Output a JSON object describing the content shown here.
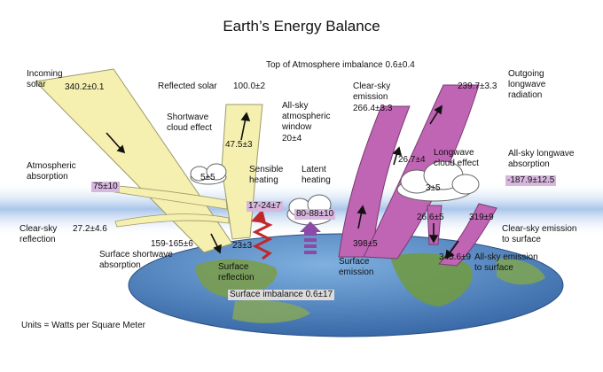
{
  "title": "Earth’s Energy Balance",
  "toa_imbalance": "Top of Atmosphere imbalance 0.6±0.4",
  "incoming_solar": {
    "label": "Incoming\nsolar",
    "value": "340.2±0.1"
  },
  "reflected_solar": {
    "label": "Reflected solar",
    "value": "100.0±2"
  },
  "shortwave_cloud_effect": {
    "label": "Shortwave\ncloud effect",
    "value": "47.5±3"
  },
  "atmospheric_window": {
    "label": "All-sky\natmospheric\nwindow",
    "value": "20±4"
  },
  "atmospheric_absorption": {
    "label": "Atmospheric\nabsorption",
    "value": "75±10"
  },
  "cloud_small_value": "5±5",
  "clear_sky_reflection": {
    "label": "Clear-sky\nreflection",
    "value": "27.2±4.6"
  },
  "surface_shortwave_absorption": {
    "label": "Surface shortwave\nabsorption",
    "value": "159-165±6"
  },
  "surface_reflection": {
    "label": "Surface\nreflection",
    "value": "23±3"
  },
  "sensible_heating": {
    "label": "Sensible\nheating",
    "value": "17-24±7"
  },
  "latent_heating": {
    "label": "Latent\nheating",
    "value": "80-88±10"
  },
  "clear_sky_emission": {
    "label": "Clear-sky\nemission",
    "value": "266.4±3.3"
  },
  "outgoing_longwave": {
    "label": "Outgoing\nlongwave\nradiation",
    "value": "239.7±3.3"
  },
  "longwave_cloud_effect": {
    "label": "Longwave\ncloud effect",
    "value": "26.7±4"
  },
  "cloud_large_value": "3±5",
  "all_sky_lw_absorption": {
    "label": "All-sky longwave\nabsorption",
    "value": "-187.9±12.5"
  },
  "surface_emission": {
    "label": "Surface\nemission",
    "value": "398±5"
  },
  "clear_sky_emission_surface": {
    "label": "Clear-sky emission\nto surface",
    "value": "319±9"
  },
  "cloud_to_surface_value": "26.6±5",
  "all_sky_emission_surface": {
    "label": "All-sky emission\nto surface",
    "value": "345.6±9"
  },
  "surface_imbalance": "Surface imbalance  0.6±17",
  "units": "Units = Watts per Square Meter",
  "colors": {
    "solar": "#f5f0b0",
    "solar_edge": "#9a9a6a",
    "longwave": "#c064b4",
    "longwave_edge": "#7a3a72",
    "atmosphere": "#a8c4ea",
    "ocean": "#5f8fcf",
    "land": "#6f9a4a",
    "sensible": "#c0282c",
    "latent": "#8a4aa6"
  }
}
